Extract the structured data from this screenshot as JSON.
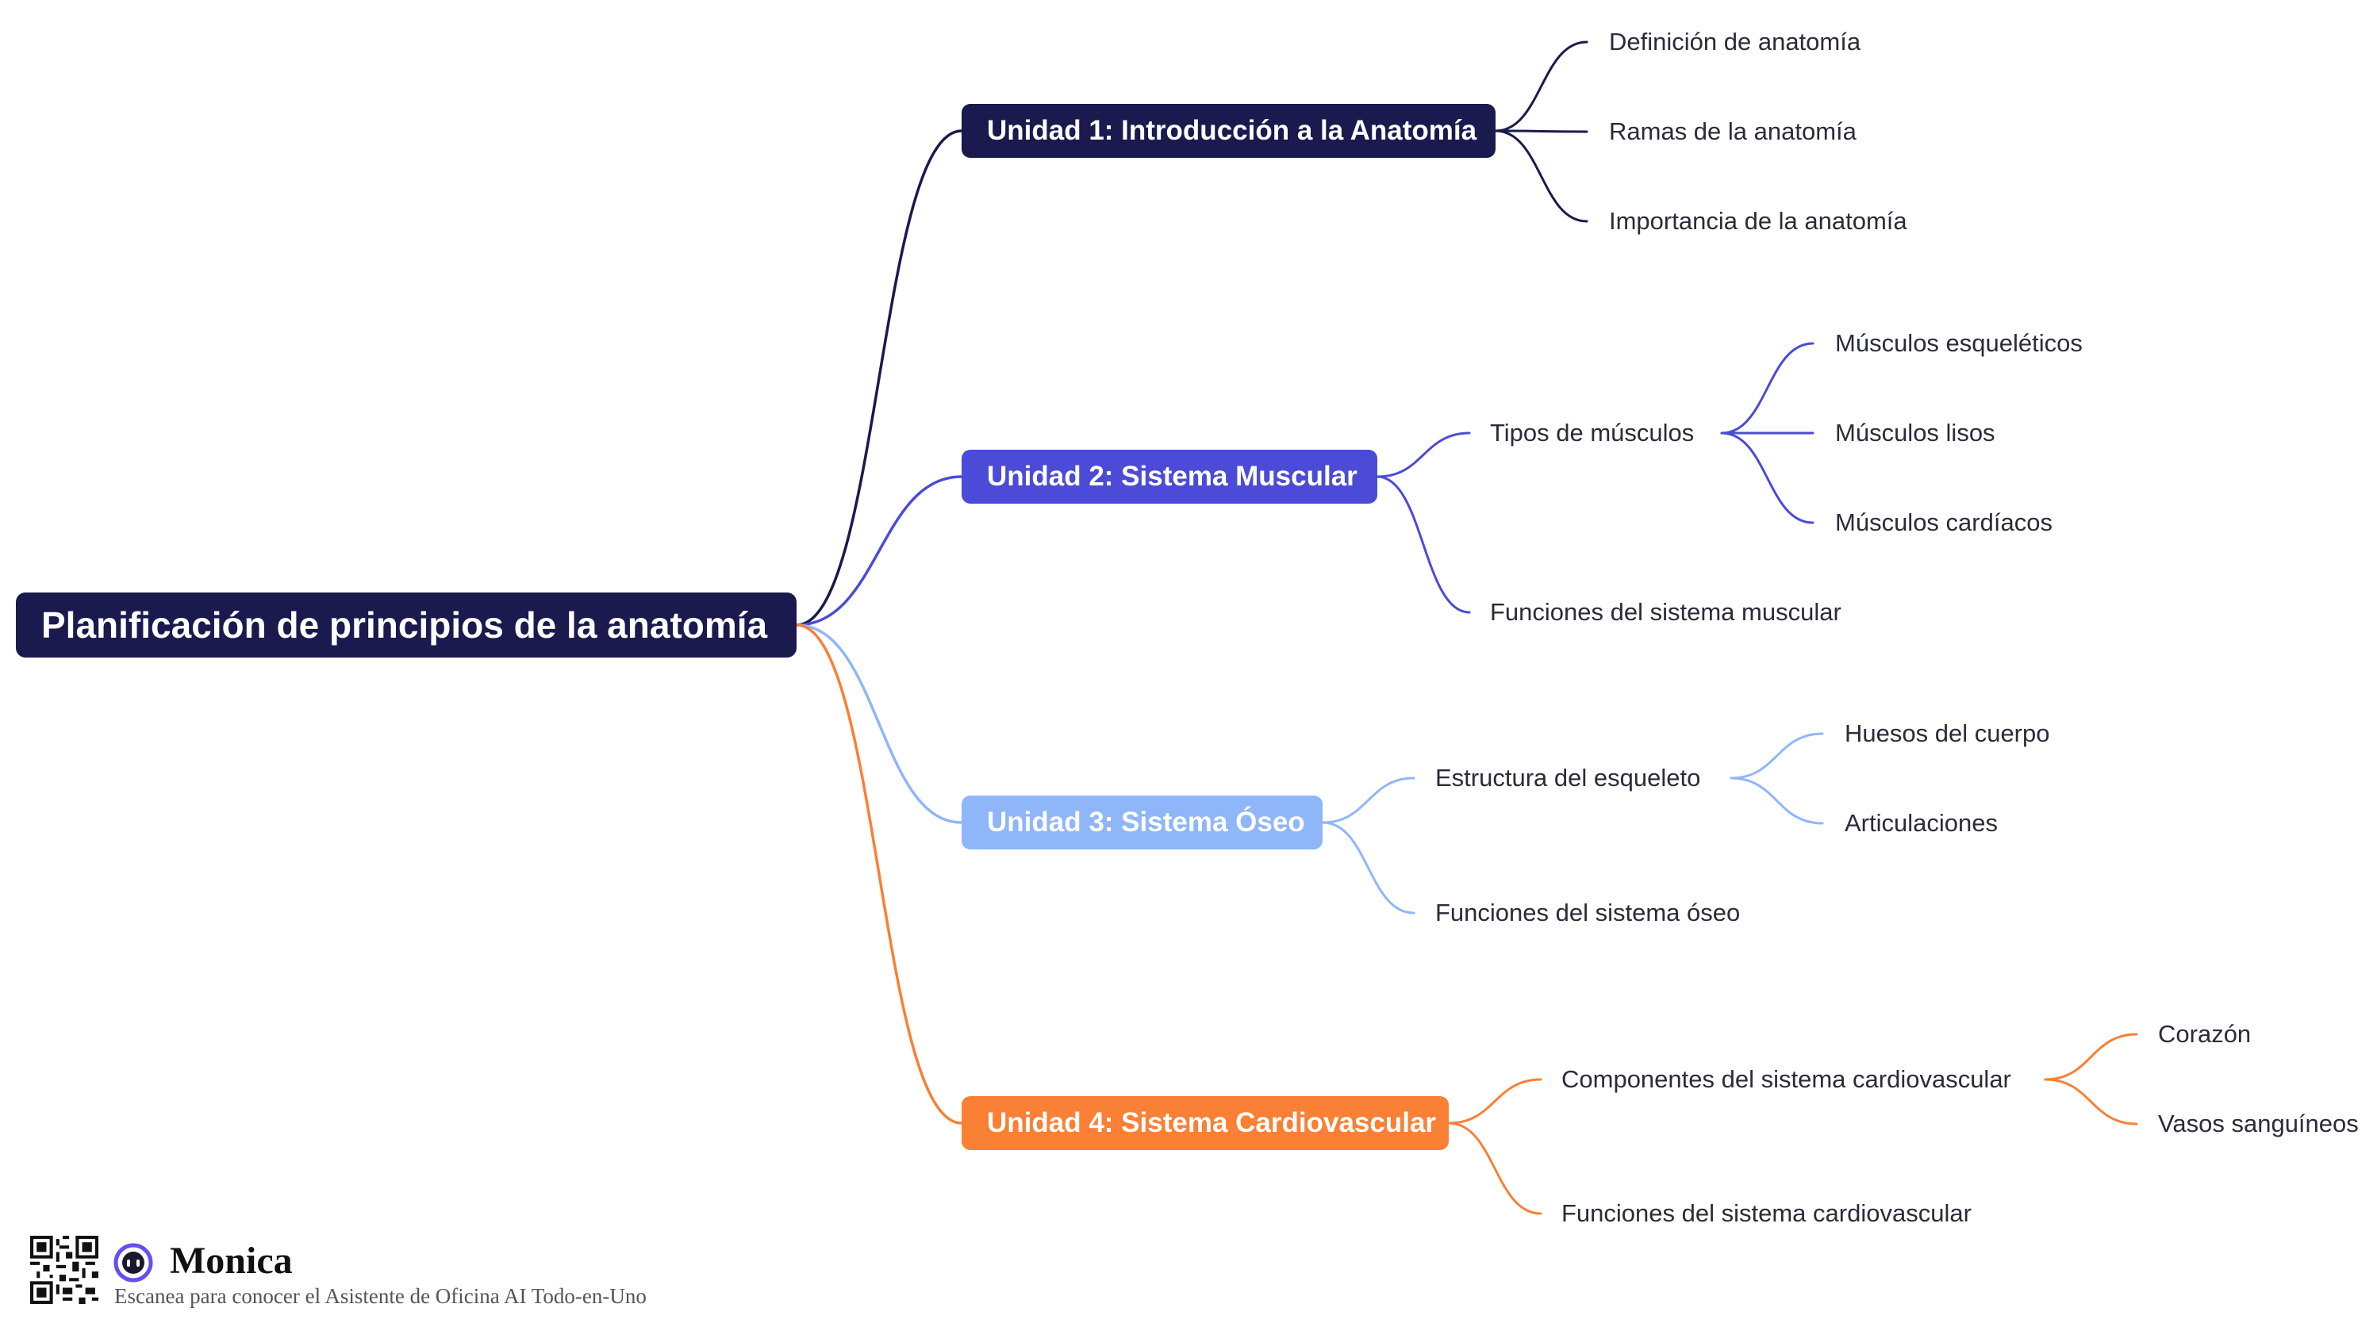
{
  "mindmap": {
    "root": {
      "label": "Planificación de principios de la anatomía",
      "color": "#1a1a4e"
    },
    "units": [
      {
        "label": "Unidad 1: Introducción a la Anatomía",
        "color": "#1a1a4e",
        "children": [
          {
            "label": "Definición de anatomía"
          },
          {
            "label": "Ramas de la anatomía"
          },
          {
            "label": "Importancia de la anatomía"
          }
        ]
      },
      {
        "label": "Unidad 2: Sistema Muscular",
        "color": "#4b4bd8",
        "children": [
          {
            "label": "Tipos de músculos",
            "children": [
              {
                "label": "Músculos esqueléticos"
              },
              {
                "label": "Músculos lisos"
              },
              {
                "label": "Músculos cardíacos"
              }
            ]
          },
          {
            "label": "Funciones del sistema muscular"
          }
        ]
      },
      {
        "label": "Unidad 3: Sistema Óseo",
        "color": "#8fb6f8",
        "children": [
          {
            "label": "Estructura del esqueleto",
            "children": [
              {
                "label": "Huesos del cuerpo"
              },
              {
                "label": "Articulaciones"
              }
            ]
          },
          {
            "label": "Funciones del sistema óseo"
          }
        ]
      },
      {
        "label": "Unidad 4: Sistema Cardiovascular",
        "color": "#f98035",
        "children": [
          {
            "label": "Componentes del sistema cardiovascular",
            "children": [
              {
                "label": "Corazón"
              },
              {
                "label": "Vasos sanguíneos"
              }
            ]
          },
          {
            "label": "Funciones del sistema cardiovascular"
          }
        ]
      }
    ]
  },
  "watermark": {
    "brand": "Monica",
    "tagline": "Escanea para conocer el Asistente de Oficina AI Todo-en-Uno",
    "qr_icon": "qr-code-icon",
    "logo_icon": "monica-logo-icon",
    "accent": "#6a4cf0"
  }
}
